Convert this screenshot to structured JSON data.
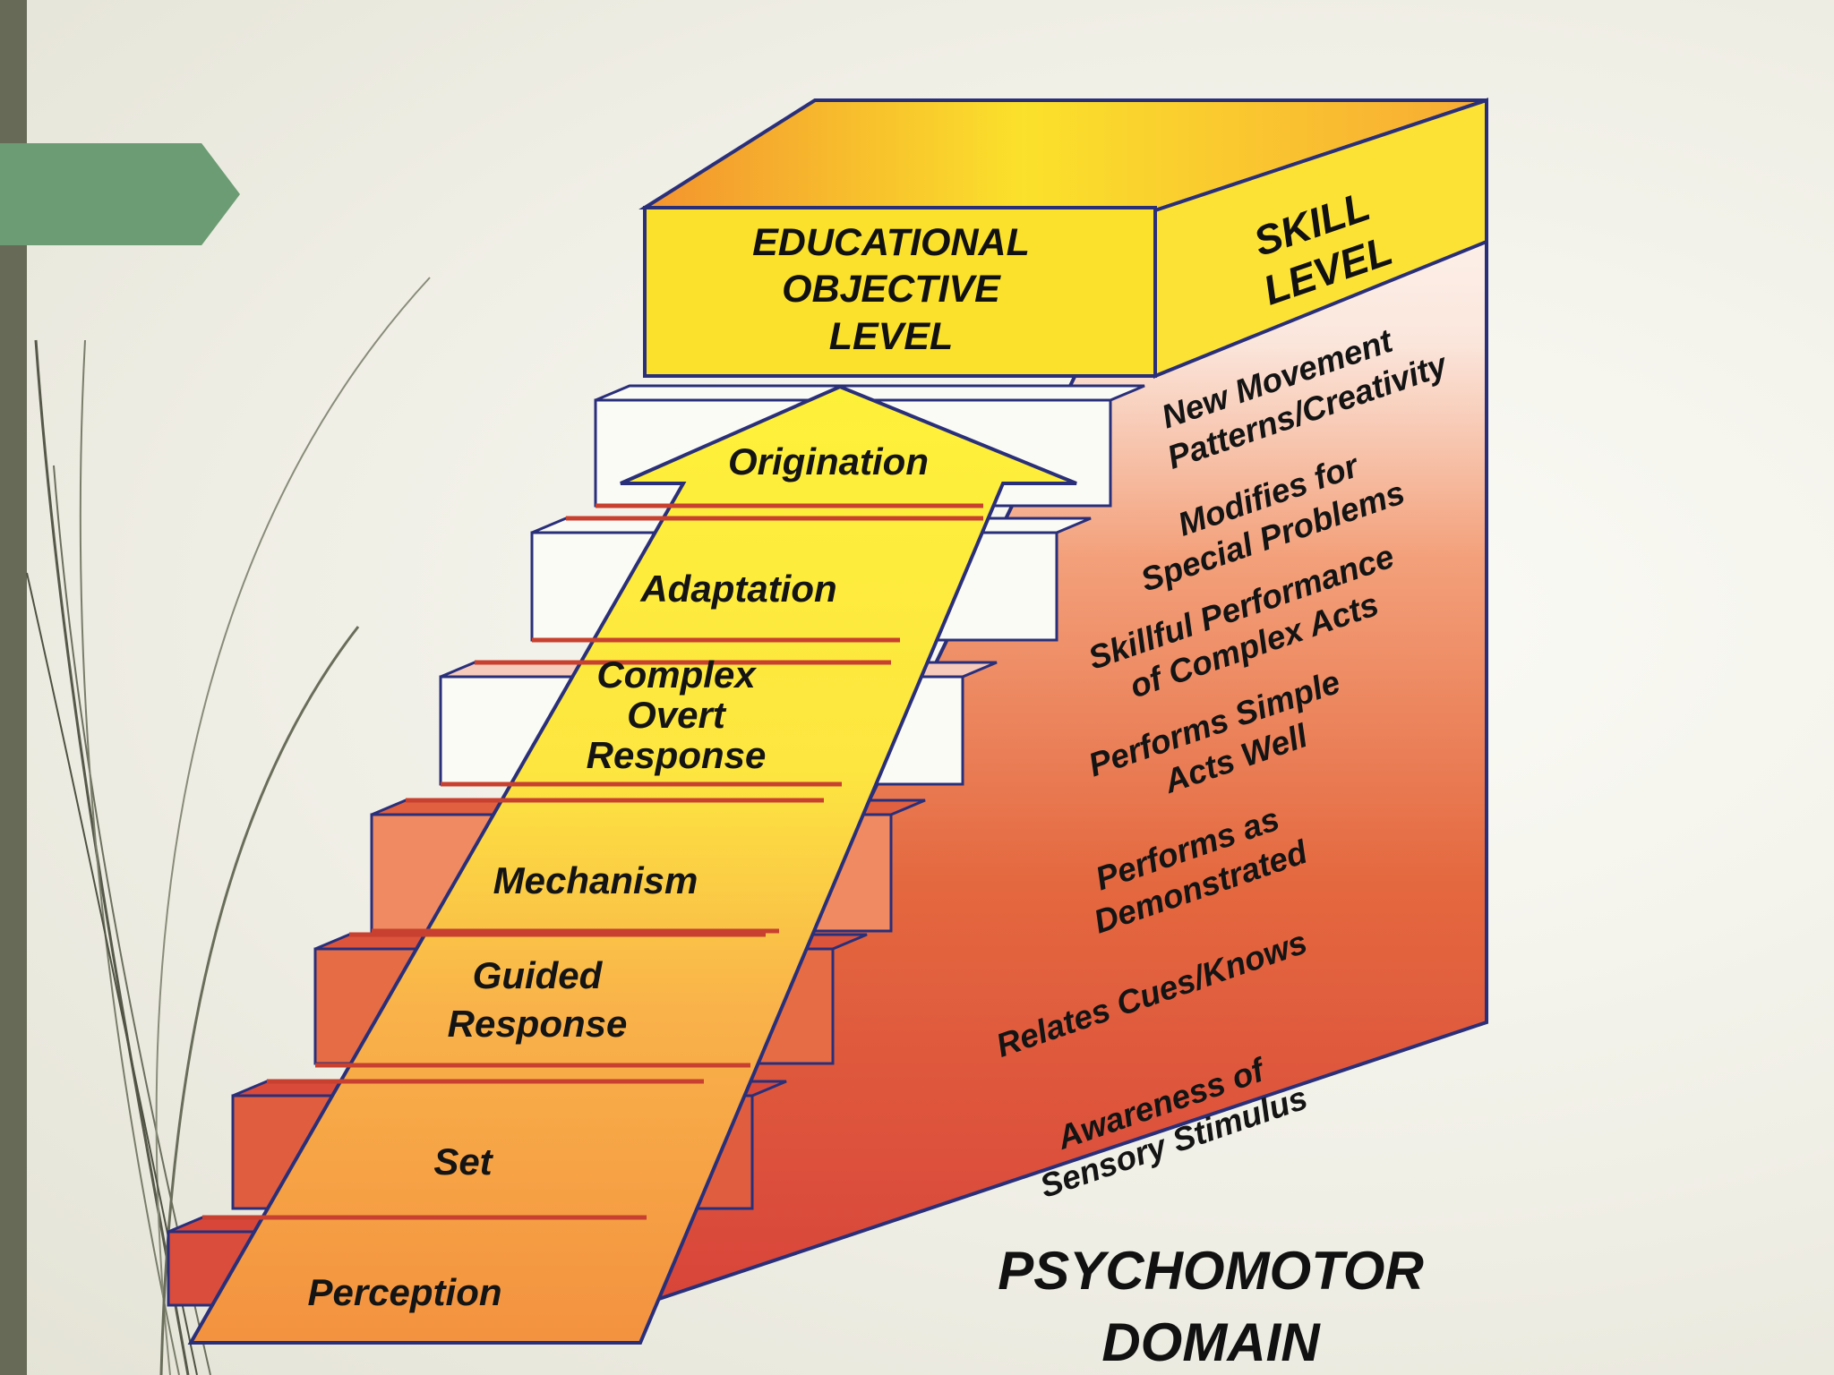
{
  "header": {
    "objective_line1": "EDUCATIONAL",
    "objective_line2": "OBJECTIVE",
    "objective_line3": "LEVEL",
    "skill_line1": "SKILL",
    "skill_line2": "LEVEL"
  },
  "levels": [
    {
      "objective": [
        "Perception"
      ],
      "skill": [
        "Awareness of",
        "Sensory Stimulus"
      ]
    },
    {
      "objective": [
        "Set"
      ],
      "skill": [
        "Relates Cues/Knows"
      ]
    },
    {
      "objective": [
        "Guided",
        "Response"
      ],
      "skill": [
        "Performs as",
        "Demonstrated"
      ]
    },
    {
      "objective": [
        "Mechanism"
      ],
      "skill": [
        "Performs Simple",
        "Acts Well"
      ]
    },
    {
      "objective": [
        "Complex",
        "Overt",
        "Response"
      ],
      "skill": [
        "Skillful Performance",
        "of Complex Acts"
      ]
    },
    {
      "objective": [
        "Adaptation"
      ],
      "skill": [
        "Modifies for",
        "Special Problems"
      ]
    },
    {
      "objective": [
        "Origination"
      ],
      "skill": [
        "New Movement",
        "Patterns/Creativity"
      ]
    }
  ],
  "footer": {
    "title_line1": "PSYCHOMOTOR",
    "title_line2": "DOMAIN"
  },
  "colors": {
    "side_bar": "#676a57",
    "title_tab": "#6c9c74",
    "arrow_fill": "#fde62e",
    "outline": "#2a2f7a",
    "step_top_red": "#d84a3a",
    "step_top_light": "#fbfbf5"
  }
}
